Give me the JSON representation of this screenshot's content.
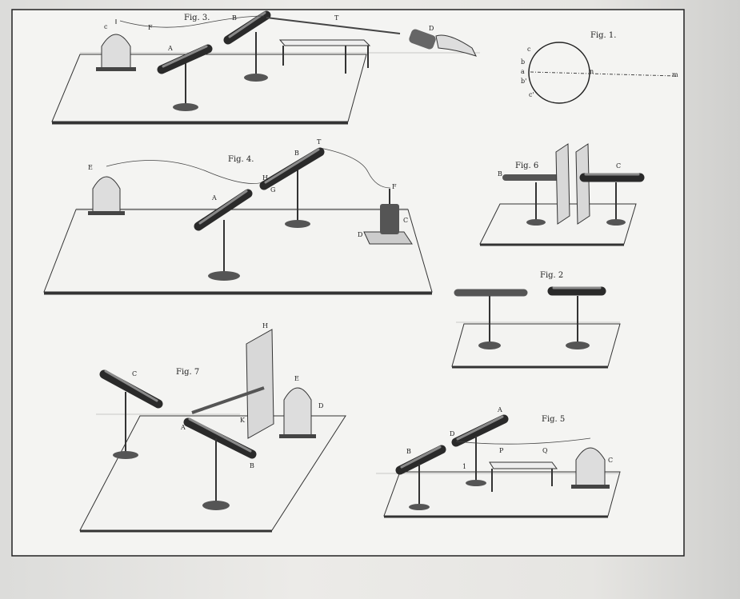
{
  "figures": {
    "fig1": {
      "title": "Fig. 1.",
      "labels": [
        "c",
        "b",
        "a",
        "b'",
        "c'",
        "n",
        "m"
      ]
    },
    "fig2": {
      "title": "Fig. 2"
    },
    "fig3": {
      "title": "Fig. 3.",
      "labels": [
        "c",
        "F",
        "A",
        "B",
        "T",
        "D"
      ]
    },
    "fig4": {
      "title": "Fig. 4.",
      "labels": [
        "E",
        "A",
        "B",
        "H",
        "G",
        "T",
        "F",
        "C",
        "D"
      ]
    },
    "fig5": {
      "title": "Fig. 5",
      "labels": [
        "A",
        "D",
        "B",
        "P",
        "Q",
        "C",
        "1"
      ]
    },
    "fig6": {
      "title": "Fig. 6",
      "labels": [
        "B",
        "C"
      ]
    },
    "fig7": {
      "title": "Fig. 7",
      "labels": [
        "C",
        "H",
        "A",
        "B",
        "D",
        "K",
        "E"
      ]
    }
  }
}
